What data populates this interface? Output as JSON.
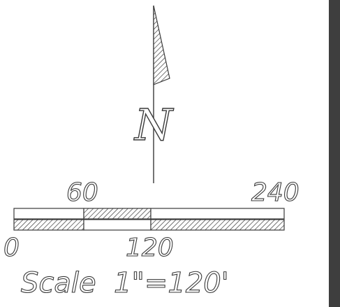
{
  "north_arrow": {
    "letter": "N"
  },
  "scale_bar": {
    "top_labels": [
      "60",
      "240"
    ],
    "bottom_labels": [
      "0",
      "120"
    ],
    "caption": "Scale  1\"=120'"
  },
  "colors": {
    "ink": "#3a3a3a",
    "edge_bar": "#3e3e3e",
    "background": "#ffffff"
  }
}
